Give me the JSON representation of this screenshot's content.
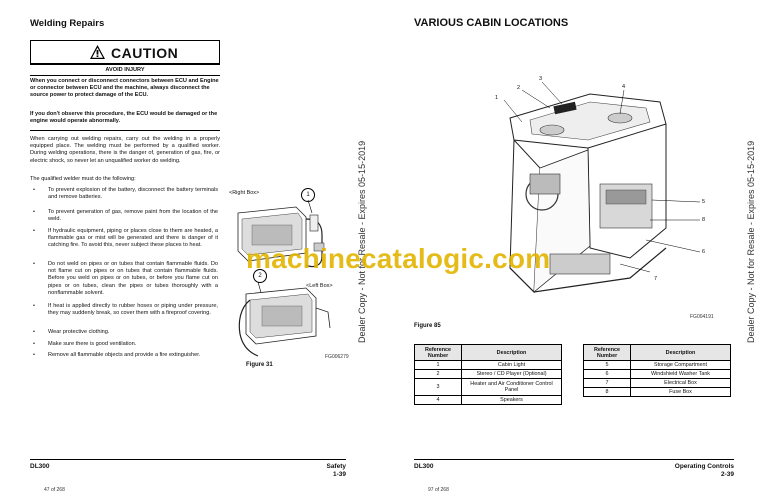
{
  "left_page": {
    "heading": "Welding Repairs",
    "caution": {
      "word": "CAUTION",
      "subhead": "AVOID INJURY"
    },
    "caution_para1": "When you connect or disconnect connectors between ECU and Engine or connector between ECU and the machine, always disconnect the source power to protect damage of the ECU.",
    "caution_para2": "If you don't observe this procedure, the ECU would be damaged or the engine would operate abnormally.",
    "para1": "When carrying out welding repairs, carry out the welding in a properly equipped place. The welding must be performed by a qualified worker. During welding operations, there is the danger of, generation of gas, fire, or electric shock, so never let an unqualified worker do welding.",
    "para2": "The qualified welder must do the following:",
    "bullets": [
      "To prevent explosion of the battery, disconnect the battery terminals and remove batteries.",
      "To prevent generation of gas, remove paint from the location of the weld.",
      "If hydraulic equipment, piping or places close to them are heated, a flammable gas or mist will be generated and there is danger of it catching fire. To avoid this, never subject these places to heat.",
      "Do not weld on pipes or on tubes that contain flammable fluids. Do not flame cut on pipes or on tubes that contain flammable fluids. Before you weld on pipes or on tubes, or before you flame cut on pipes or on tubes, clean the pipes or tubes thoroughly with a nonflammable solvent.",
      "If heat is applied directly to rubber hoses or piping under pressure, they may suddenly break, so cover them with a fireproof covering.",
      "Wear protective clothing.",
      "Make sure there is good ventilation.",
      "Remove all flammable objects and provide a fire extinguisher."
    ],
    "figure": {
      "right_box": "<Right Box>",
      "left_box": "<Left Box>",
      "callout_1": "1",
      "callout_2": "2",
      "code": "FG006279",
      "caption": "Figure 31"
    },
    "footer": {
      "model": "DL300",
      "section": "Safety",
      "page": "1-39",
      "pdf_page": "47 of 268"
    }
  },
  "right_page": {
    "heading": "VARIOUS CABIN LOCATIONS",
    "figure": {
      "callouts": [
        "1",
        "2",
        "3",
        "4",
        "5",
        "6",
        "7",
        "8"
      ],
      "code": "FG004191",
      "caption": "Figure 85"
    },
    "table_headers": {
      "ref": "Reference Number",
      "desc": "Description"
    },
    "table_left": [
      {
        "num": "1",
        "desc": "Cabin Light"
      },
      {
        "num": "2",
        "desc": "Stereo / CD Player (Optional)"
      },
      {
        "num": "3",
        "desc": "Heater and Air Conditioner Control Panel"
      },
      {
        "num": "4",
        "desc": "Speakers"
      }
    ],
    "table_right": [
      {
        "num": "5",
        "desc": "Storage Compartment"
      },
      {
        "num": "6",
        "desc": "Windshield Washer Tank"
      },
      {
        "num": "7",
        "desc": "Electrical Box"
      },
      {
        "num": "8",
        "desc": "Fuse Box"
      }
    ],
    "footer": {
      "model": "DL300",
      "section": "Operating Controls",
      "page": "2-39",
      "pdf_page": "97 of 268"
    }
  },
  "side_stamp": "Dealer Copy - Not for Resale - Expires 05-15-2019",
  "watermark": "machinecatalogic.com"
}
